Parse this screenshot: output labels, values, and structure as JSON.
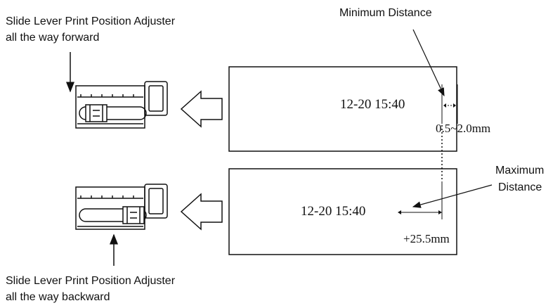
{
  "labels": {
    "forward_line1": "Slide Lever Print Position Adjuster",
    "forward_line2": "all the way forward",
    "backward_line1": "Slide Lever Print Position Adjuster",
    "backward_line2": "all the way backward",
    "min_distance": "Minimum Distance",
    "max_distance_line1": "Maximum",
    "max_distance_line2": "Distance"
  },
  "top_panel": {
    "print_text": "12-20 15:40",
    "range": "0.5~2.0mm"
  },
  "bottom_panel": {
    "print_text": "12-20 15:40",
    "offset": "+25.5mm"
  },
  "colors": {
    "line": "#111111",
    "background": "#ffffff"
  }
}
